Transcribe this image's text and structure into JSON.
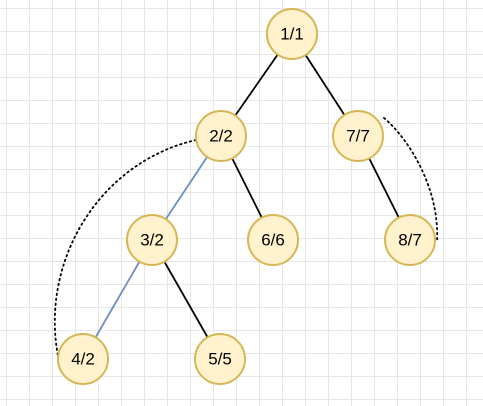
{
  "colors": {
    "node_fill": "#fff2cc",
    "node_stroke": "#d6b656",
    "edge_black": "#000000",
    "edge_blue": "#6c8ebf",
    "grid": "#e6e6e6"
  },
  "nodes": [
    {
      "id": "n1",
      "label": "1/1"
    },
    {
      "id": "n2",
      "label": "2/2"
    },
    {
      "id": "n7",
      "label": "7/7"
    },
    {
      "id": "n3",
      "label": "3/2"
    },
    {
      "id": "n6",
      "label": "6/6"
    },
    {
      "id": "n8",
      "label": "8/7"
    },
    {
      "id": "n4",
      "label": "4/2"
    },
    {
      "id": "n5",
      "label": "5/5"
    }
  ],
  "edges": [
    {
      "from": "n1",
      "to": "n2",
      "style": "solid",
      "color": "black"
    },
    {
      "from": "n1",
      "to": "n7",
      "style": "solid",
      "color": "black"
    },
    {
      "from": "n2",
      "to": "n3",
      "style": "solid",
      "color": "blue"
    },
    {
      "from": "n2",
      "to": "n6",
      "style": "solid",
      "color": "black"
    },
    {
      "from": "n7",
      "to": "n8",
      "style": "solid",
      "color": "black"
    },
    {
      "from": "n3",
      "to": "n4",
      "style": "solid",
      "color": "blue"
    },
    {
      "from": "n3",
      "to": "n5",
      "style": "solid",
      "color": "black"
    },
    {
      "from": "n2",
      "to": "n4",
      "style": "dotted",
      "color": "black"
    },
    {
      "from": "n7",
      "to": "n8",
      "style": "dotted",
      "color": "black"
    }
  ]
}
